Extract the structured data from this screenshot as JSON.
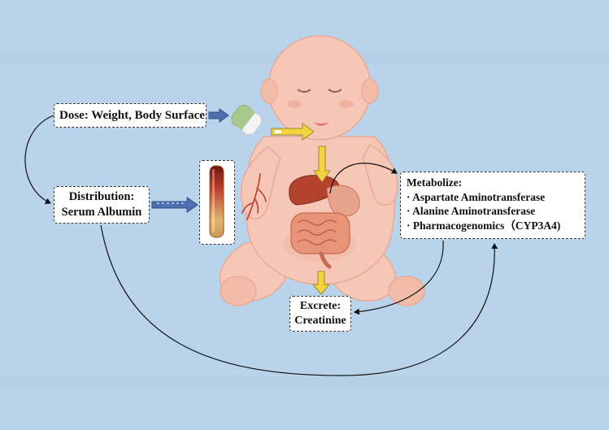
{
  "diagram": {
    "dose": {
      "label": "Dose: Weight, Body Surface"
    },
    "distribution": {
      "line1": "Distribution:",
      "line2": "Serum Albumin"
    },
    "metabolize": {
      "title": "Metabolize:",
      "items": [
        "· Aspartate Aminotransferase",
        "· Alanine Aminotransferase",
        "· Pharmacogenomics（CYP3A4)"
      ]
    },
    "excrete": {
      "line1": "Excrete:",
      "line2": "Creatinine"
    }
  },
  "colors": {
    "background": "#b9d3ea",
    "skin": "#f6c7b6",
    "skin_shadow": "#eaa995",
    "arrow_blue": "#4c6fae",
    "arrow_yellow": "#f3d33e",
    "liver": "#b3432f",
    "intestine": "#e89478",
    "capsule_green": "#a7c98b",
    "capsule_white": "#f4f4f4"
  },
  "icons": [
    "baby-illustration",
    "capsule-icon",
    "blood-tube-icon",
    "blood-vessel-icon",
    "liver-icon",
    "stomach-icon",
    "intestine-icon"
  ]
}
